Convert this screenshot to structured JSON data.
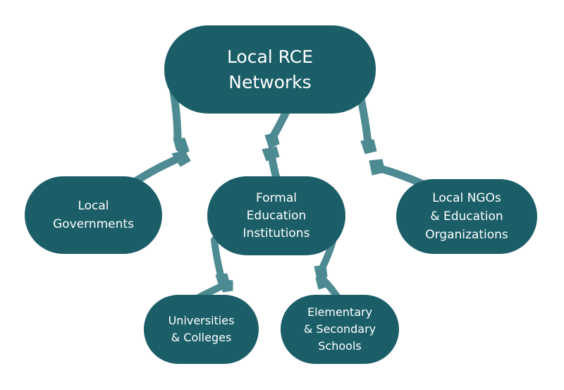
{
  "colors": {
    "node_fill": "#1b5e68",
    "arm_fill": "#4d8a92",
    "text": "#ffffff",
    "background": "#ffffff"
  },
  "nodes": {
    "root": {
      "line1": "Local RCE",
      "line2": "Networks"
    },
    "local_governments": {
      "line1": "Local",
      "line2": "Governments"
    },
    "formal_education": {
      "line1": "Formal",
      "line2": "Education",
      "line3": "Institutions"
    },
    "ngos": {
      "line1": "Local NGOs",
      "line2": "& Education",
      "line3": "Organizations"
    },
    "universities": {
      "line1": "Universities",
      "line2": "& Colleges"
    },
    "elementary": {
      "line1": "Elementary",
      "line2": "& Secondary",
      "line3": "Schools"
    }
  },
  "connections": [
    {
      "from": "root",
      "to": "local_governments"
    },
    {
      "from": "root",
      "to": "formal_education"
    },
    {
      "from": "root",
      "to": "ngos"
    },
    {
      "from": "formal_education",
      "to": "universities"
    },
    {
      "from": "formal_education",
      "to": "elementary"
    }
  ]
}
